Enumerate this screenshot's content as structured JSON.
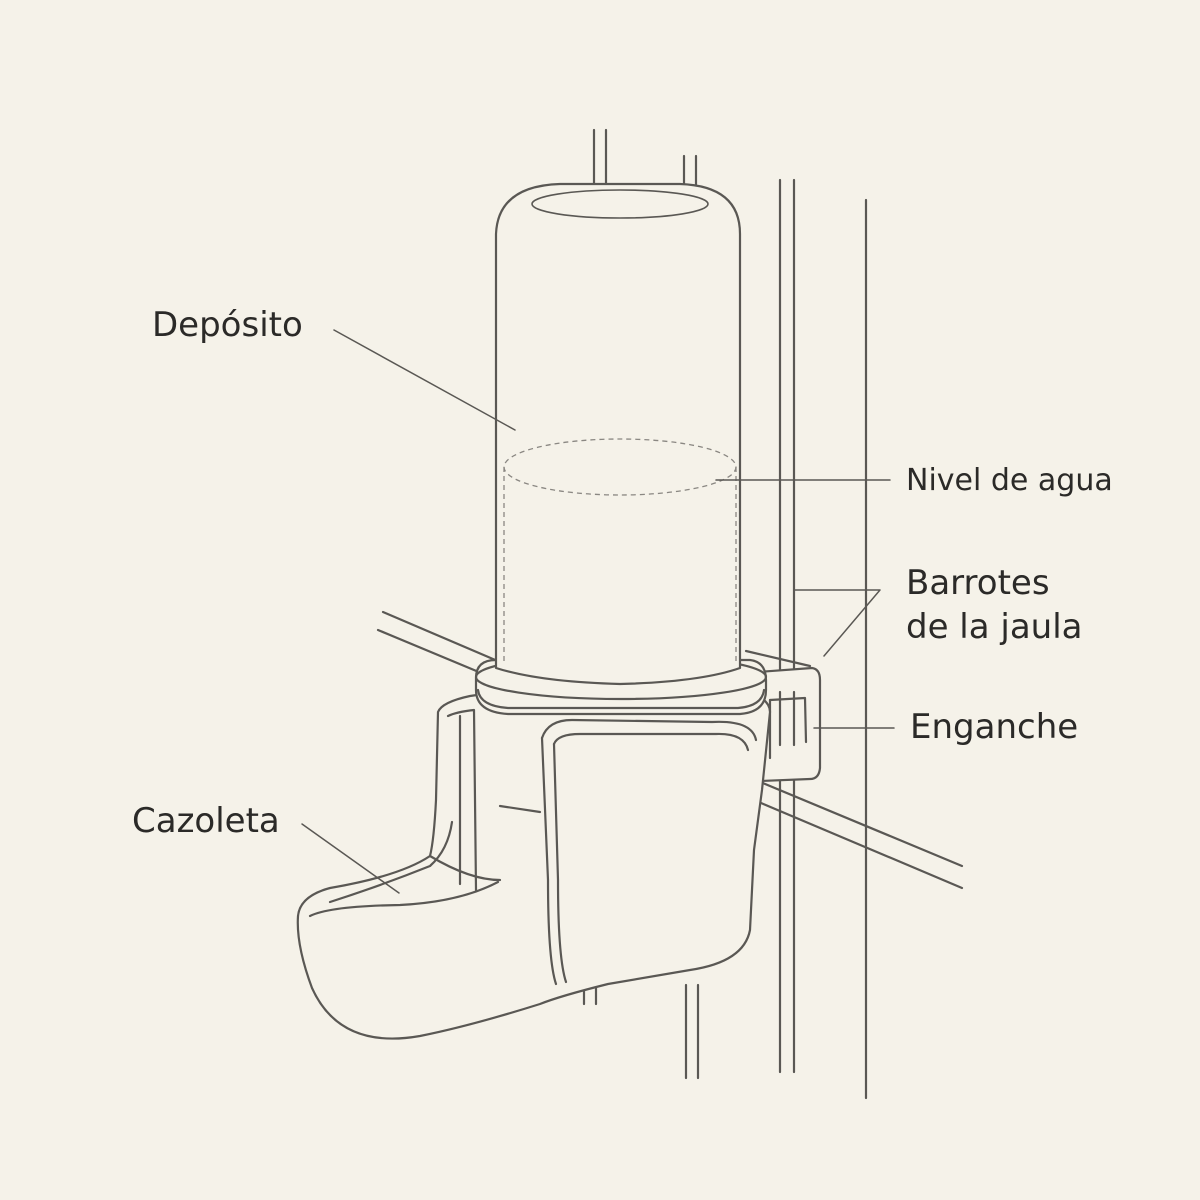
{
  "labels": {
    "deposito": "Depósito",
    "nivel_agua": "Nivel de agua",
    "barrotes_line1": "Barrotes",
    "barrotes_line2": "de la jaula",
    "enganche": "Enganche",
    "cazoleta": "Cazoleta"
  },
  "colors": {
    "background": "#f5f2e9",
    "line": "#5a5854",
    "text": "#2b2a28"
  }
}
